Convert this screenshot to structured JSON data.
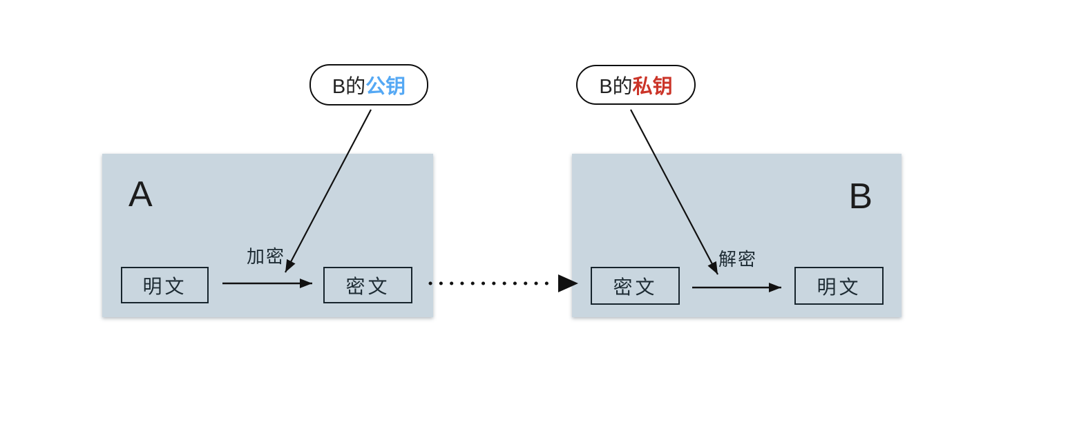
{
  "diagram": {
    "description": "asymmetric-encryption-flow",
    "colors": {
      "zone_fill": "#c9d6df",
      "line": "#111111",
      "public_key_accent": "#54a8f4",
      "private_key_accent": "#cb3428"
    },
    "keys": {
      "public": {
        "prefix": "B的",
        "label": "公钥"
      },
      "private": {
        "prefix": "B的",
        "label": "私钥"
      }
    },
    "zone_a": {
      "title": "A",
      "input_box": "明文",
      "output_box": "密文",
      "operation_label": "加密"
    },
    "zone_b": {
      "title": "B",
      "input_box": "密文",
      "output_box": "明文",
      "operation_label": "解密"
    }
  }
}
